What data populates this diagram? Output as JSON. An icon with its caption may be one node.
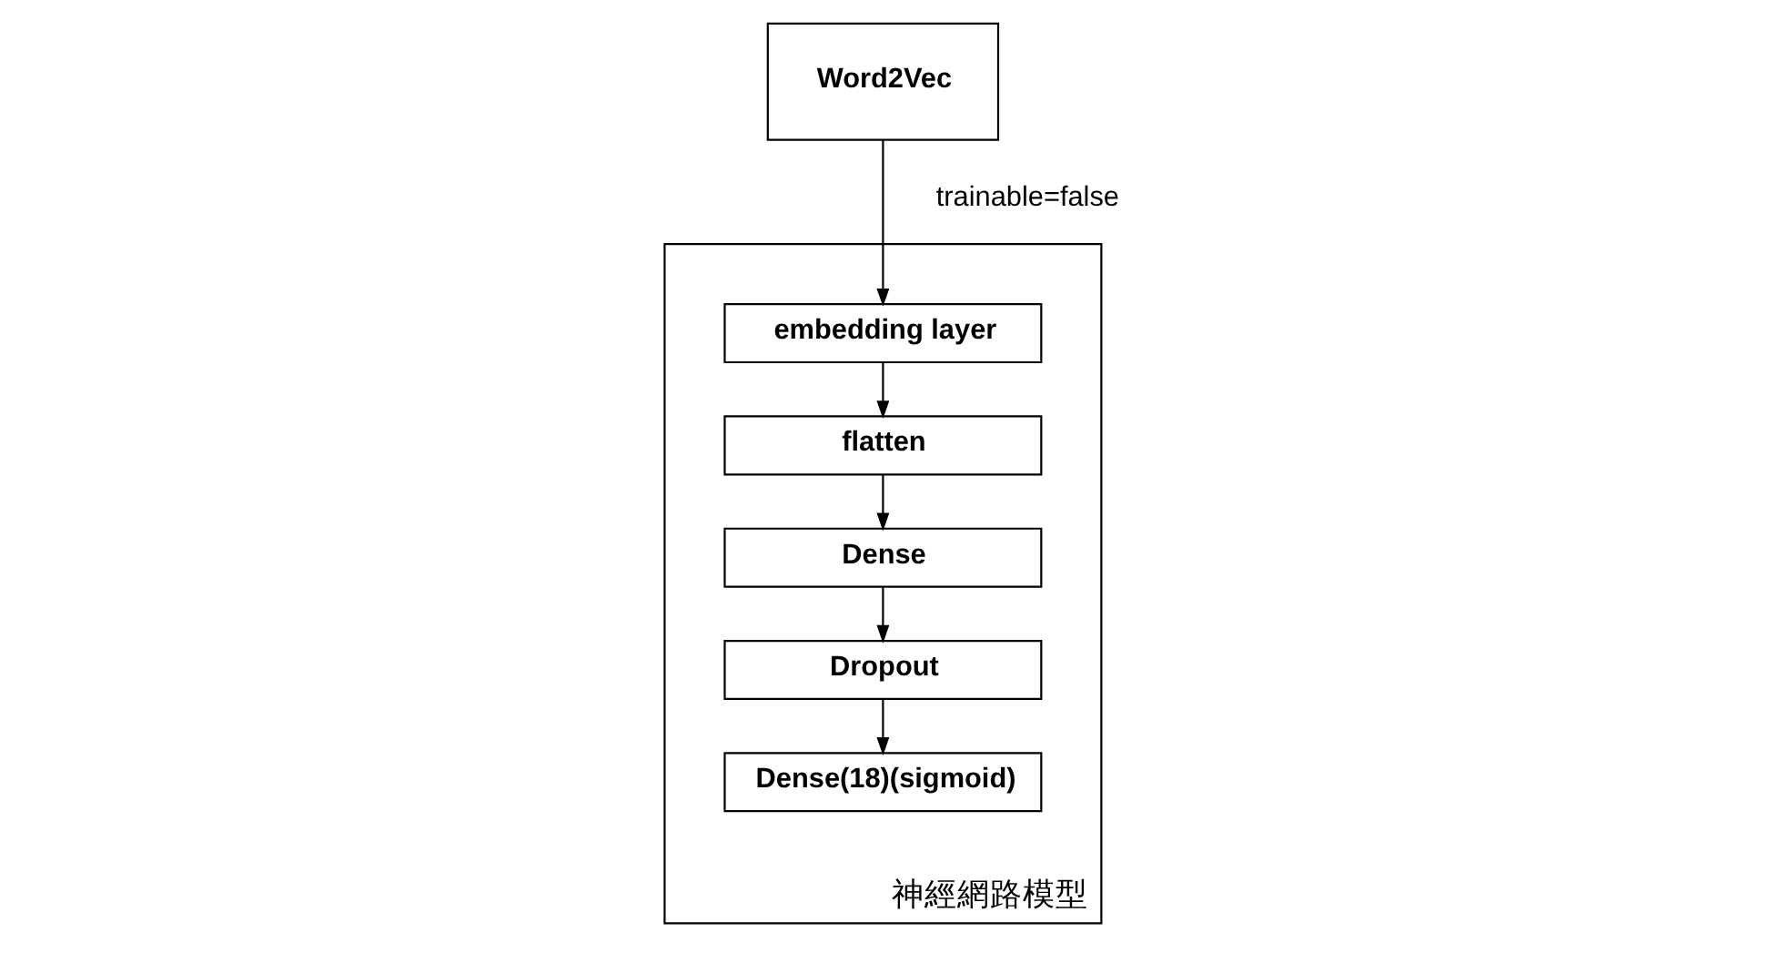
{
  "diagram": {
    "nodes": [
      {
        "text": [
          "Word2Vec"
        ]
      },
      {
        "text": [
          "神經網路模型"
        ]
      },
      {
        "text": [
          "embedding layer"
        ],
        "in": 1
      },
      {
        "text": [
          "flatten"
        ],
        "in": 1
      },
      {
        "text": [
          "Dense"
        ],
        "in": 1
      },
      {
        "text": [
          "Dropout"
        ],
        "in": 1
      },
      {
        "text": [
          "Dense(18)(sigmoid)"
        ],
        "in": 1
      }
    ],
    "edges": [
      {
        "from": 0,
        "to": 2,
        "arrow": "to",
        "label": "trainable=false"
      },
      {
        "from": 2,
        "to": 3,
        "arrow": "to"
      },
      {
        "from": 3,
        "to": 4,
        "arrow": "to"
      },
      {
        "from": 4,
        "to": 5,
        "arrow": "to"
      },
      {
        "from": 5,
        "to": 6,
        "arrow": "to"
      }
    ]
  }
}
